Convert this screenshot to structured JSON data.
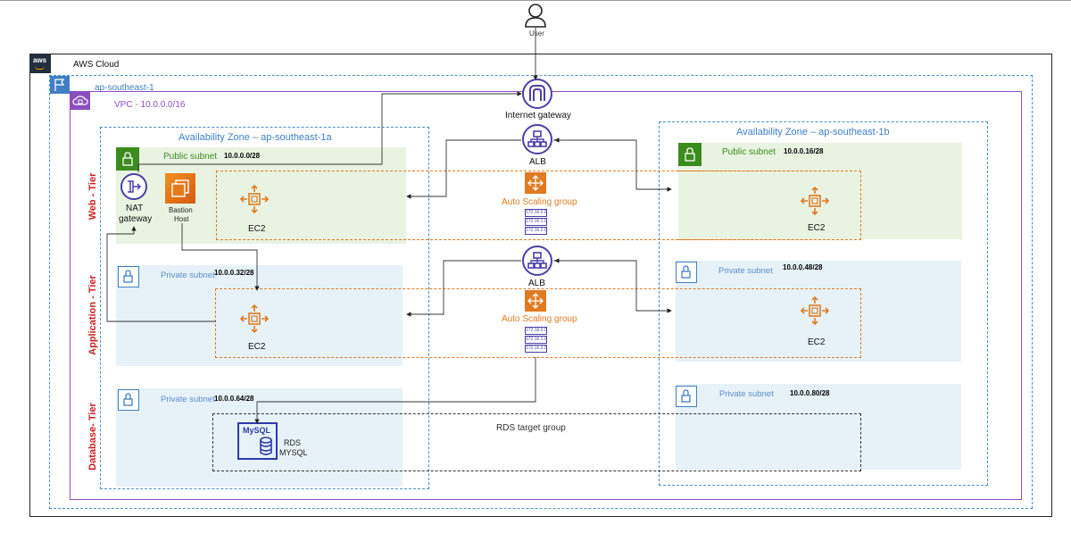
{
  "user": {
    "label": "User"
  },
  "cloud": {
    "label": "AWS Cloud",
    "logo": "aws"
  },
  "region": {
    "label": "ap-southeast-1"
  },
  "vpc": {
    "label": "VPC - 10.0.0.0/16"
  },
  "igw": {
    "label": "Internet gateway"
  },
  "zones": {
    "a": {
      "label": "Availability Zone – ap-southeast-1a"
    },
    "b": {
      "label": "Availability Zone – ap-southeast-1b"
    }
  },
  "tiers": {
    "web": "Web - Tier",
    "app": "Application - Tier",
    "db": "Database- Tier"
  },
  "subnets": {
    "pub_a": {
      "label": "Public subnet",
      "cidr": "10.0.0.0/28"
    },
    "pub_b": {
      "label": "Public subnet",
      "cidr": "10.0.0.16/28"
    },
    "priv_app_a": {
      "label": "Private subnet",
      "cidr": "10.0.0.32/28"
    },
    "priv_app_b": {
      "label": "Private subnet",
      "cidr": "10.0.0.48/28"
    },
    "priv_db_a": {
      "label": "Private subnet",
      "cidr": "10.0.0.64/28"
    },
    "priv_db_b": {
      "label": "Private subnet",
      "cidr": "10.0.0.80/28"
    }
  },
  "nat": {
    "label1": "NAT",
    "label2": "gateway"
  },
  "bastion": {
    "label1": "Bastion",
    "label2": "Host"
  },
  "alb": {
    "web": "ALB",
    "app": "ALB"
  },
  "asg": {
    "web": "Auto Scaling group",
    "app": "Auto Scaling group",
    "web_ips": [
      "172.16.0.0",
      "172.16.1.0",
      "172.16.2.0"
    ],
    "app_ips": [
      "172.16.0.0",
      "172.16.1.0",
      "172.16.2.0"
    ]
  },
  "ec2": {
    "web_a": "EC2",
    "web_b": "EC2",
    "app_a": "EC2",
    "app_b": "EC2"
  },
  "rds": {
    "label1": "RDS",
    "label2": "MYSQL",
    "logo": "MySQL",
    "group": "RDS target group"
  },
  "colors": {
    "accent_orange": "#e07b21",
    "vpc_purple": "#8c4fbf",
    "zone_blue": "#3f7fc3",
    "public_green": "#e9f3e2",
    "private_blue": "#e6f1f8",
    "tier_red": "#cc1f1f",
    "icon_purple": "#4b3fa8"
  }
}
